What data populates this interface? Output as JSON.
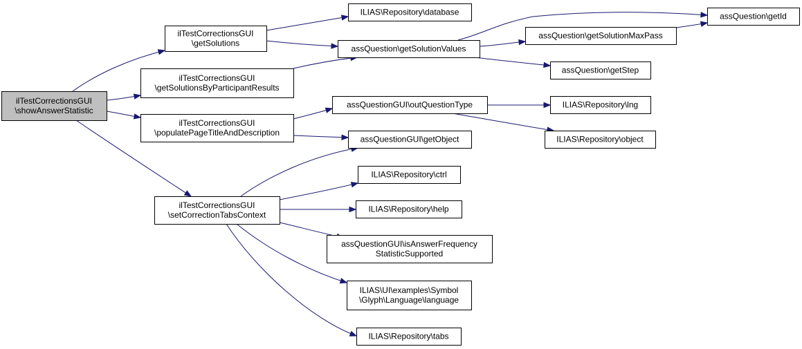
{
  "diagram": {
    "colors": {
      "edge": "#191970",
      "root_fill": "#bfbfbf",
      "node_fill": "#ffffff",
      "border": "#000000"
    },
    "nodes": [
      {
        "id": "showAnswerStatistic",
        "lines": [
          "ilTestCorrectionsGUI",
          "\\showAnswerStatistic"
        ],
        "root": true
      },
      {
        "id": "getSolutions",
        "lines": [
          "ilTestCorrectionsGUI",
          "\\getSolutions"
        ]
      },
      {
        "id": "getSolutionsByParticipantResults",
        "lines": [
          "ilTestCorrectionsGUI",
          "\\getSolutionsByParticipantResults"
        ]
      },
      {
        "id": "populatePageTitleAndDescription",
        "lines": [
          "ilTestCorrectionsGUI",
          "\\populatePageTitleAndDescription"
        ]
      },
      {
        "id": "setCorrectionTabsContext",
        "lines": [
          "ilTestCorrectionsGUI",
          "\\setCorrectionTabsContext"
        ]
      },
      {
        "id": "repoDatabase",
        "lines": [
          "ILIAS\\Repository\\database"
        ]
      },
      {
        "id": "getSolutionValues",
        "lines": [
          "assQuestion\\getSolutionValues"
        ]
      },
      {
        "id": "getId",
        "lines": [
          "assQuestion\\getId"
        ]
      },
      {
        "id": "getSolutionMaxPass",
        "lines": [
          "assQuestion\\getSolutionMaxPass"
        ]
      },
      {
        "id": "getStep",
        "lines": [
          "assQuestion\\getStep"
        ]
      },
      {
        "id": "outQuestionType",
        "lines": [
          "assQuestionGUI\\outQuestionType"
        ]
      },
      {
        "id": "repoLng",
        "lines": [
          "ILIAS\\Repository\\lng"
        ]
      },
      {
        "id": "repoObject",
        "lines": [
          "ILIAS\\Repository\\object"
        ]
      },
      {
        "id": "getObject",
        "lines": [
          "assQuestionGUI\\getObject"
        ]
      },
      {
        "id": "repoCtrl",
        "lines": [
          "ILIAS\\Repository\\ctrl"
        ]
      },
      {
        "id": "repoHelp",
        "lines": [
          "ILIAS\\Repository\\help"
        ]
      },
      {
        "id": "isAnswerFrequency",
        "lines": [
          "assQuestionGUI\\isAnswerFrequency",
          "StatisticSupported"
        ]
      },
      {
        "id": "symbolGlyph",
        "lines": [
          "ILIAS\\UI\\examples\\Symbol",
          "\\Glyph\\Language\\language"
        ]
      },
      {
        "id": "repoTabs",
        "lines": [
          "ILIAS\\Repository\\tabs"
        ]
      }
    ],
    "edges": [
      {
        "from": "showAnswerStatistic",
        "to": "getSolutions"
      },
      {
        "from": "showAnswerStatistic",
        "to": "getSolutionsByParticipantResults"
      },
      {
        "from": "showAnswerStatistic",
        "to": "populatePageTitleAndDescription"
      },
      {
        "from": "showAnswerStatistic",
        "to": "setCorrectionTabsContext"
      },
      {
        "from": "getSolutions",
        "to": "repoDatabase"
      },
      {
        "from": "getSolutions",
        "to": "getSolutionValues"
      },
      {
        "from": "getSolutionsByParticipantResults",
        "to": "getSolutionValues"
      },
      {
        "from": "getSolutionValues",
        "to": "getId"
      },
      {
        "from": "getSolutionValues",
        "to": "getSolutionMaxPass"
      },
      {
        "from": "getSolutionValues",
        "to": "getStep"
      },
      {
        "from": "getSolutionMaxPass",
        "to": "getId"
      },
      {
        "from": "populatePageTitleAndDescription",
        "to": "outQuestionType"
      },
      {
        "from": "populatePageTitleAndDescription",
        "to": "getObject"
      },
      {
        "from": "outQuestionType",
        "to": "repoLng"
      },
      {
        "from": "outQuestionType",
        "to": "repoObject"
      },
      {
        "from": "setCorrectionTabsContext",
        "to": "getObject"
      },
      {
        "from": "setCorrectionTabsContext",
        "to": "repoCtrl"
      },
      {
        "from": "setCorrectionTabsContext",
        "to": "repoHelp"
      },
      {
        "from": "setCorrectionTabsContext",
        "to": "isAnswerFrequency"
      },
      {
        "from": "setCorrectionTabsContext",
        "to": "symbolGlyph"
      },
      {
        "from": "setCorrectionTabsContext",
        "to": "repoTabs"
      }
    ]
  }
}
